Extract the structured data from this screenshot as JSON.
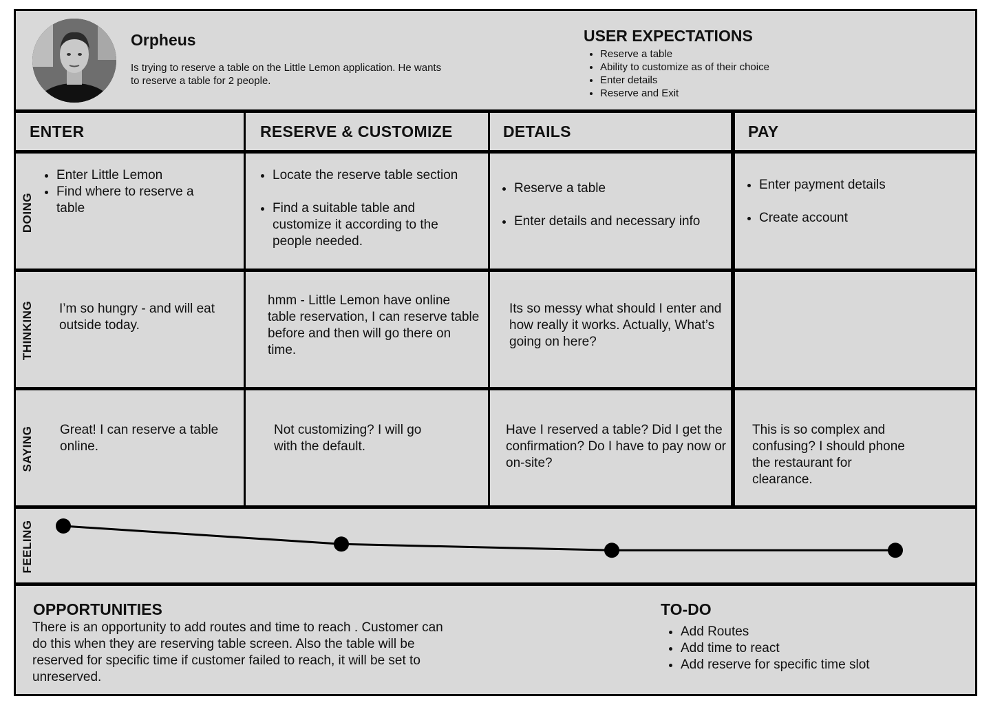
{
  "persona": {
    "name": "Orpheus",
    "description": "Is trying to reserve a table on the Little Lemon application. He wants to reserve a table for 2 people."
  },
  "expectations": {
    "title": "USER EXPECTATIONS",
    "items": [
      "Reserve a table",
      "Ability to customize as of their choice",
      "Enter details",
      "Reserve and Exit"
    ]
  },
  "stages": [
    "ENTER",
    "RESERVE & CUSTOMIZE",
    "DETAILS",
    "PAY"
  ],
  "rows": {
    "doing": "DOING",
    "thinking": "THINKING",
    "saying": "SAYING",
    "feeling": "FEELING"
  },
  "doing": {
    "enter": [
      "Enter Little Lemon",
      "Find where to reserve a table"
    ],
    "reserve": [
      "Locate the reserve table section",
      "Find a suitable table and customize it according to the people needed."
    ],
    "details": [
      "Reserve a table",
      "Enter details and necessary info"
    ],
    "pay": [
      "Enter payment details",
      "Create account"
    ]
  },
  "thinking": {
    "enter": "I’m so hungry - and will eat outside today.",
    "reserve": "hmm - Little Lemon have online table reservation, I can reserve table before and then will go there on time.",
    "details": "Its so messy what should I enter and how really it works. Actually, What’s going on here?",
    "pay": ""
  },
  "saying": {
    "enter": "Great! I can reserve a table online.",
    "reserve": "Not customizing? I will go with the default.",
    "details": "Have I reserved a table? Did I get the confirmation? Do I have to pay now or on-site?",
    "pay": "This is so complex and confusing? I should phone the restaurant for clearance."
  },
  "feeling": {
    "levels": [
      1.0,
      0.65,
      0.53,
      0.53
    ]
  },
  "opportunities": {
    "title": "OPPORTUNITIES",
    "text": "There is an opportunity to add routes and time to reach . Customer can do this when they are reserving table screen. Also the table will be reserved for specific time if customer failed to reach, it will be set to unreserved."
  },
  "todo": {
    "title": "TO-DO",
    "items": [
      "Add Routes",
      "Add time to react",
      "Add reserve for specific time slot"
    ]
  }
}
